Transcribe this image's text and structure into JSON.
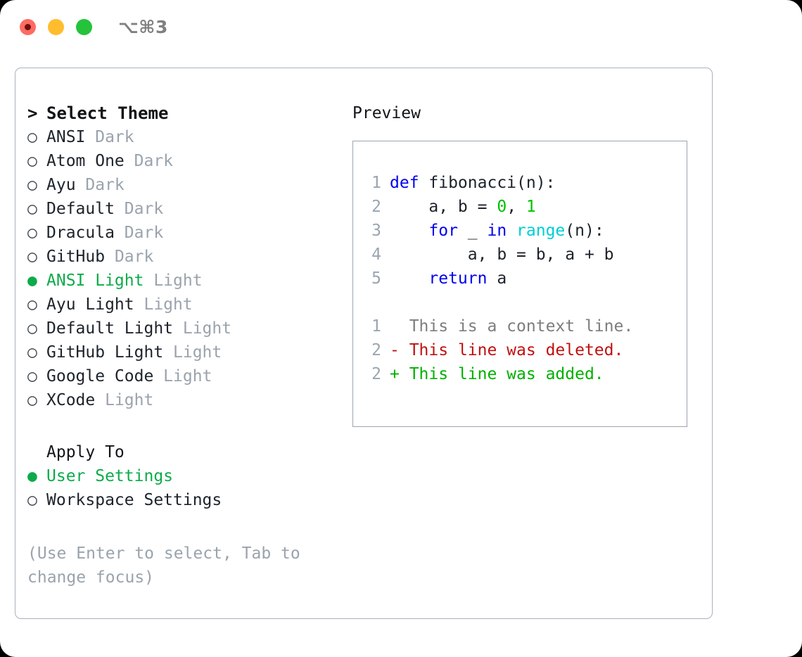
{
  "window": {
    "shortcut_title": "⌥⌘3",
    "traffic_lights": {
      "close": "close-button",
      "minimize": "minimize-button",
      "maximize": "maximize-button"
    }
  },
  "theme_panel": {
    "header": "Select Theme",
    "caret": ">",
    "bullet_selected": "●",
    "bullet_unselected": "○",
    "selected_color": "#0cab4a",
    "variant_color": "#9aa3ad",
    "items": [
      {
        "name": "ANSI",
        "variant": "Dark",
        "selected": false
      },
      {
        "name": "Atom One",
        "variant": "Dark",
        "selected": false
      },
      {
        "name": "Ayu",
        "variant": "Dark",
        "selected": false
      },
      {
        "name": "Default",
        "variant": "Dark",
        "selected": false
      },
      {
        "name": "Dracula",
        "variant": "Dark",
        "selected": false
      },
      {
        "name": "GitHub",
        "variant": "Dark",
        "selected": false
      },
      {
        "name": "ANSI Light",
        "variant": "Light",
        "selected": true
      },
      {
        "name": "Ayu Light",
        "variant": "Light",
        "selected": false
      },
      {
        "name": "Default Light",
        "variant": "Light",
        "selected": false
      },
      {
        "name": "GitHub Light",
        "variant": "Light",
        "selected": false
      },
      {
        "name": "Google Code",
        "variant": "Light",
        "selected": false
      },
      {
        "name": "XCode",
        "variant": "Light",
        "selected": false
      }
    ]
  },
  "apply_to": {
    "header": "Apply To",
    "options": [
      {
        "label": "User Settings",
        "selected": true
      },
      {
        "label": "Workspace Settings",
        "selected": false
      }
    ]
  },
  "hint": "(Use Enter to select, Tab to change focus)",
  "preview": {
    "title": "Preview",
    "border_color": "#9aa5b1",
    "code": [
      {
        "lineno": "1",
        "tokens": [
          {
            "text": "def ",
            "kind": "kw"
          },
          {
            "text": "fibonacci(n):",
            "kind": "txt"
          }
        ]
      },
      {
        "lineno": "2",
        "tokens": [
          {
            "text": "    a, b = ",
            "kind": "txt"
          },
          {
            "text": "0",
            "kind": "num"
          },
          {
            "text": ", ",
            "kind": "txt"
          },
          {
            "text": "1",
            "kind": "num"
          }
        ]
      },
      {
        "lineno": "3",
        "tokens": [
          {
            "text": "    ",
            "kind": "txt"
          },
          {
            "text": "for",
            "kind": "kw"
          },
          {
            "text": " _ ",
            "kind": "txt"
          },
          {
            "text": "in",
            "kind": "kw"
          },
          {
            "text": " ",
            "kind": "txt"
          },
          {
            "text": "range",
            "kind": "fn"
          },
          {
            "text": "(n):",
            "kind": "txt"
          }
        ]
      },
      {
        "lineno": "4",
        "tokens": [
          {
            "text": "        a, b = b, a + b",
            "kind": "txt"
          }
        ]
      },
      {
        "lineno": "5",
        "tokens": [
          {
            "text": "    ",
            "kind": "txt"
          },
          {
            "text": "return",
            "kind": "kw"
          },
          {
            "text": " a",
            "kind": "txt"
          }
        ]
      }
    ],
    "diff": [
      {
        "lineno": "1",
        "marker": " ",
        "text": "This is a context line.",
        "kind": "ctx"
      },
      {
        "lineno": "2",
        "marker": "-",
        "text": "This line was deleted.",
        "kind": "del"
      },
      {
        "lineno": "2",
        "marker": "+",
        "text": "This line was added.",
        "kind": "add"
      }
    ]
  },
  "colors": {
    "keyword": "#0000f0",
    "function": "#00ced1",
    "number": "#00c000",
    "diff_add": "#00b000",
    "diff_del": "#c01010",
    "diff_ctx": "#7d7d7d",
    "accent_green": "#0cab4a",
    "muted": "#9aa3ad"
  }
}
